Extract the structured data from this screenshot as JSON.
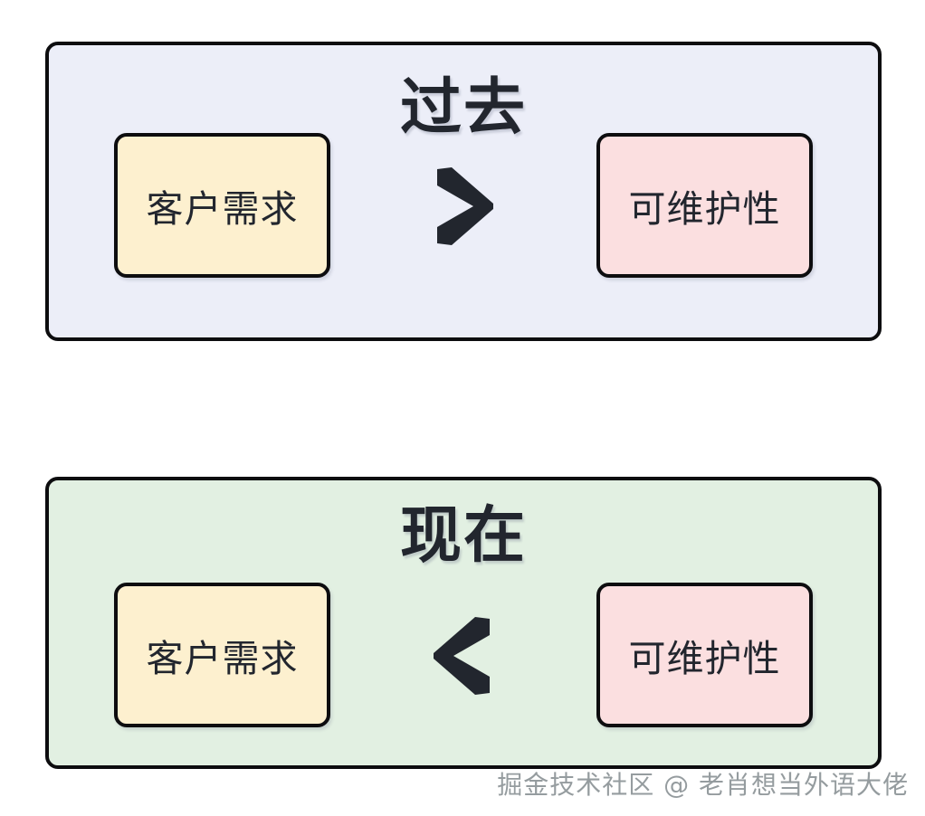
{
  "page": {
    "background": "#ffffff",
    "watermark": "掘金技术社区 @ 老肖想当外语大佬"
  },
  "colors": {
    "panel_past_bg": "#eceef8",
    "panel_now_bg": "#e2f0e2",
    "box_demand_bg": "#fdf0cf",
    "box_maintainability_bg": "#fbdfe0",
    "stroke": "#0d0d0f",
    "text": "#22262e",
    "watermark_text": "#8d9497"
  },
  "panels": [
    {
      "id": "past",
      "title": "过去",
      "left_box": {
        "label": "客户需求",
        "color": "#fdf0cf"
      },
      "operator": {
        "symbol": ">",
        "icon": "greater-than-chevron-icon",
        "meaning": "客户需求 大于 可维护性"
      },
      "right_box": {
        "label": "可维护性",
        "color": "#fbdfe0"
      }
    },
    {
      "id": "now",
      "title": "现在",
      "left_box": {
        "label": "客户需求",
        "color": "#fdf0cf"
      },
      "operator": {
        "symbol": "<",
        "icon": "less-than-chevron-icon",
        "meaning": "客户需求 小于 可维护性"
      },
      "right_box": {
        "label": "可维护性",
        "color": "#fbdfe0"
      }
    }
  ]
}
